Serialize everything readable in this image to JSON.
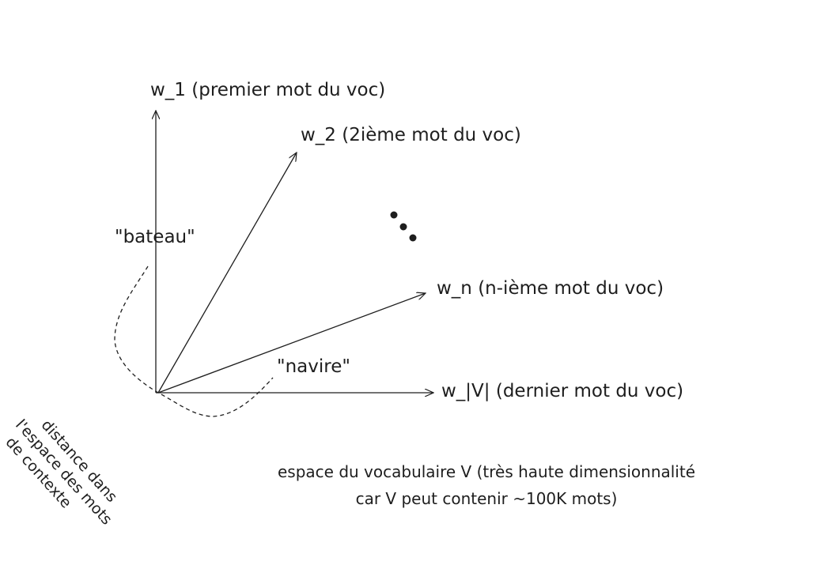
{
  "axes": [
    {
      "id": "w1",
      "label": "w_1 (premier mot du voc)"
    },
    {
      "id": "w2",
      "label": "w_2 (2ième mot du voc)"
    },
    {
      "id": "wn",
      "label": "w_n (n-ième mot du voc)"
    },
    {
      "id": "wv",
      "label": "w_|V| (dernier mot du voc)"
    }
  ],
  "words": {
    "bateau": "\"bateau\"",
    "navire": "\"navire\""
  },
  "distance_note": [
    "distance dans",
    "l'espace des mots",
    "de contexte"
  ],
  "caption": [
    "espace du vocabulaire V (très haute dimensionnalité",
    "car V peut contenir ~100K mots)"
  ]
}
